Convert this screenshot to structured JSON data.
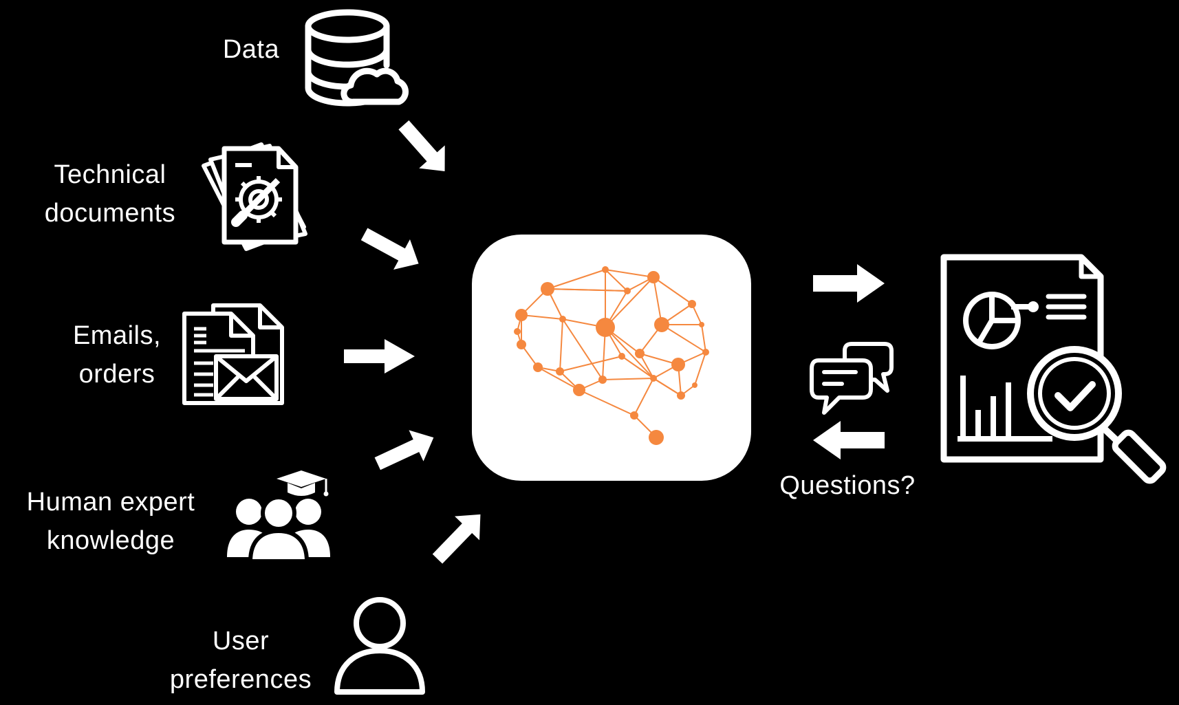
{
  "inputs": {
    "data": {
      "line1": "Data"
    },
    "technical_documents": {
      "line1": "Technical",
      "line2": "documents"
    },
    "emails_orders": {
      "line1": "Emails,",
      "line2": "orders"
    },
    "human_expert": {
      "line1": "Human expert",
      "line2": "knowledge"
    },
    "user_preferences": {
      "line1": "User",
      "line2": "preferences"
    }
  },
  "feedback": {
    "label": "Questions?"
  },
  "icons": {
    "data": "database-cloud-icon",
    "technical_documents": "technical-documents-gear-icon",
    "emails_orders": "email-documents-icon",
    "human_expert": "expert-team-graduation-cap-icon",
    "user_preferences": "user-icon",
    "center": "neural-network-brain-icon",
    "output": "report-magnifier-check-icon",
    "questions": "chat-bubbles-icon"
  },
  "colors": {
    "background": "#000000",
    "foreground": "#ffffff",
    "brain": "#f5883f"
  }
}
